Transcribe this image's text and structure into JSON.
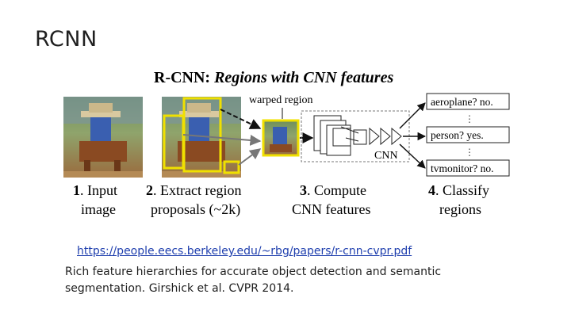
{
  "slide": {
    "title": "RCNN",
    "link": "https://people.eecs.berkeley.edu/~rbg/papers/r-cnn-cvpr.pdf",
    "caption": "Rich feature hierarchies for accurate object detection and semantic segmentation. Girshick et al. CVPR 2014."
  },
  "figure": {
    "title_prefix": "R-CNN: ",
    "title_italic": "Regions with CNN features",
    "warped_label": "warped region",
    "cnn_label": "CNN",
    "outputs": [
      "aeroplane? no.",
      "person? yes.",
      "tvmonitor? no."
    ],
    "steps": [
      {
        "num": "1",
        "line1": ". Input",
        "line2": "image"
      },
      {
        "num": "2",
        "line1": ". Extract region",
        "line2": "proposals (~2k)"
      },
      {
        "num": "3",
        "line1": ". Compute",
        "line2": "CNN features"
      },
      {
        "num": "4",
        "line1": ". Classify",
        "line2": "regions"
      }
    ],
    "colors": {
      "proposal_box": "#f0e000",
      "arrow_gray": "#777777"
    }
  }
}
